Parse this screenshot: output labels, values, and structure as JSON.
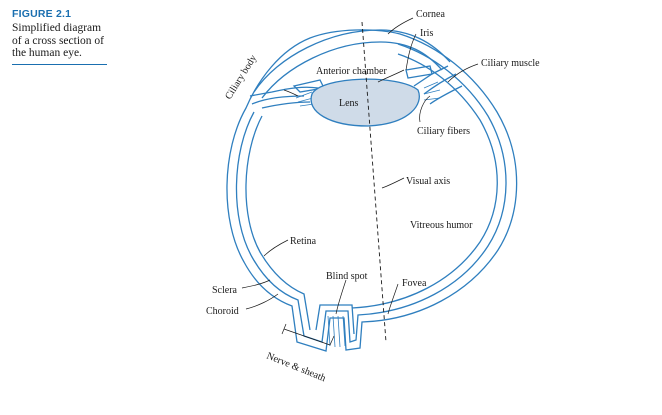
{
  "figure": {
    "number": "FIGURE 2.1",
    "caption": "Simplified diagram of a cross section of the human eye."
  },
  "colors": {
    "outline": "#2f7fbf",
    "lens_fill": "#cfdbe8",
    "figure_label": "#1a6fb0",
    "label_text": "#1a1a1a"
  },
  "labels": {
    "cornea": "Cornea",
    "iris": "Iris",
    "ciliary_muscle": "Ciliary muscle",
    "anterior_chamber": "Anterior chamber",
    "lens": "Lens",
    "ciliary_body": "Ciliary body",
    "ciliary_fibers": "Ciliary fibers",
    "visual_axis": "Visual axis",
    "vitreous_humor": "Vitreous humor",
    "retina": "Retina",
    "blind_spot": "Blind spot",
    "fovea": "Fovea",
    "sclera": "Sclera",
    "choroid": "Choroid",
    "nerve_sheath": "Nerve & sheath"
  }
}
